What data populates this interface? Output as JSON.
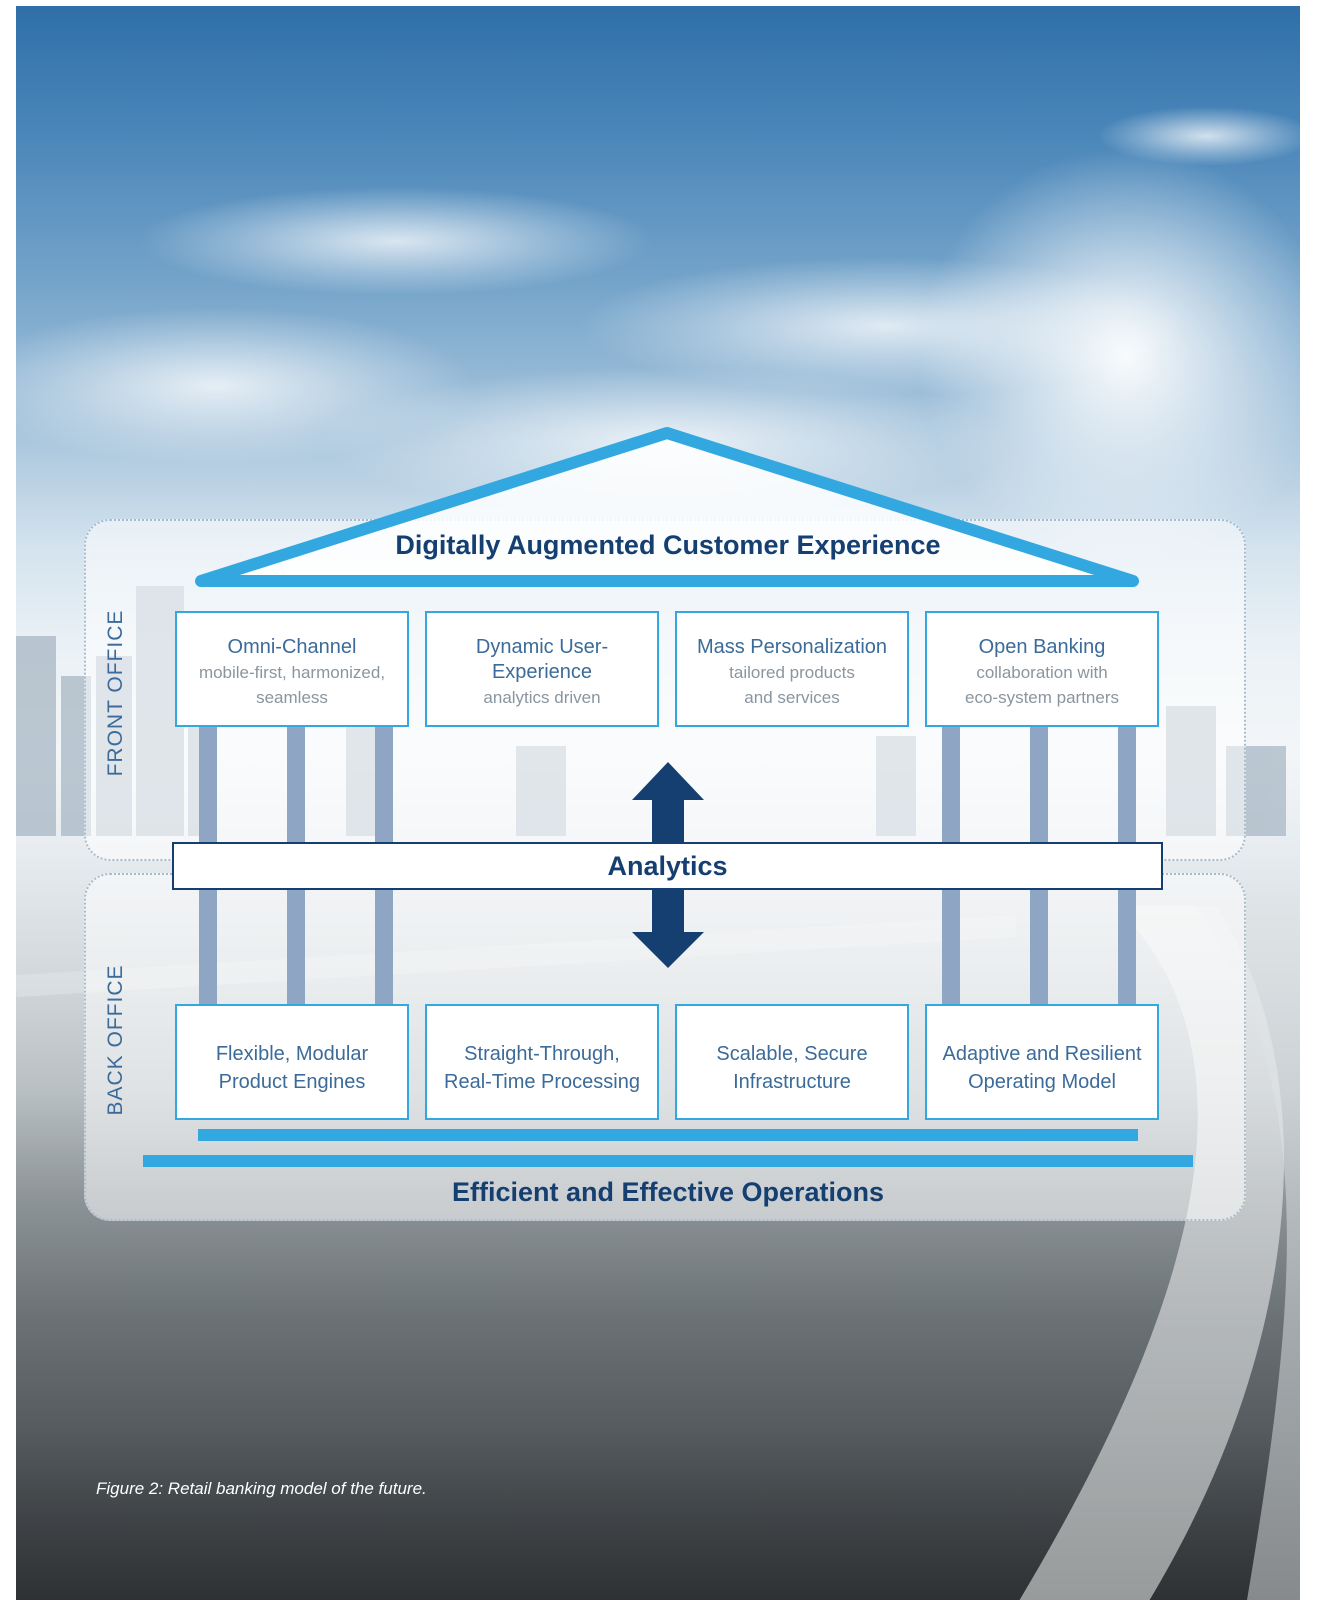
{
  "diagram": {
    "roof_title": "Digitally Augmented Customer Experience",
    "front_label": "FRONT OFFICE",
    "back_label": "BACK OFFICE",
    "front_boxes": [
      {
        "title": "Omni-Channel",
        "sub1": "mobile-first, harmonized,",
        "sub2": "seamless"
      },
      {
        "title": "Dynamic User-Experience",
        "sub1": "analytics driven",
        "sub2": ""
      },
      {
        "title": "Mass Personalization",
        "sub1": "tailored products",
        "sub2": "and services"
      },
      {
        "title": "Open Banking",
        "sub1": "collaboration with",
        "sub2": "eco-system partners"
      }
    ],
    "center_bar": "Analytics",
    "back_boxes": [
      {
        "line1": "Flexible, Modular",
        "line2": "Product Engines"
      },
      {
        "line1": "Straight-Through,",
        "line2": "Real-Time Processing"
      },
      {
        "line1": "Scalable, Secure",
        "line2": "Infrastructure"
      },
      {
        "line1": "Adaptive and Resilient",
        "line2": "Operating Model"
      }
    ],
    "foundation_title": "Efficient and Effective Operations"
  },
  "caption": "Figure 2: Retail banking model of the future.",
  "colors": {
    "navy": "#163f71",
    "light_blue": "#33a8e0",
    "pillar": "#8ea6c4",
    "label_blue": "#3c6b99",
    "muted_text": "#8a959f"
  }
}
